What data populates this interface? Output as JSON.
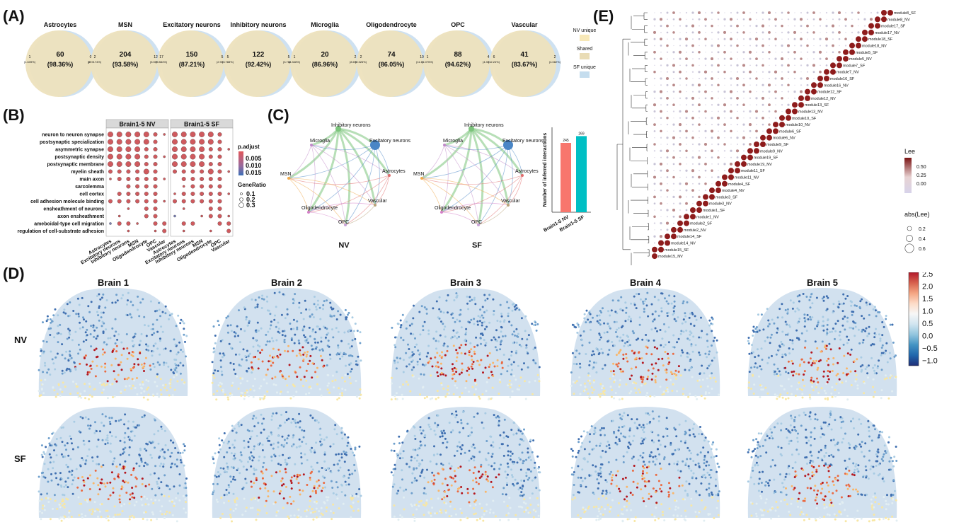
{
  "panels": {
    "A": "(A)",
    "B": "(B)",
    "C": "(C)",
    "D": "(D)",
    "E": "(E)"
  },
  "venn": [
    {
      "name": "Astrocytes",
      "left": "1",
      "left_pct": "(1.639%)",
      "shared": "60",
      "shared_pct": "(98.36%)",
      "right": "0",
      "right_pct": "(0%)"
    },
    {
      "name": "MSN",
      "left": "2",
      "left_pct": "(0.9174%)",
      "shared": "204",
      "shared_pct": "(93.58%)",
      "right": "12",
      "right_pct": "(5.505%)"
    },
    {
      "name": "Excitatory neurons",
      "left": "17",
      "left_pct": "(9.884%)",
      "shared": "150",
      "shared_pct": "(87.21%)",
      "right": "5",
      "right_pct": "(2.907%)"
    },
    {
      "name": "Inhibitory neurons",
      "left": "5",
      "left_pct": "(3.788%)",
      "shared": "122",
      "shared_pct": "(92.42%)",
      "right": "5",
      "right_pct": "(3.788%)"
    },
    {
      "name": "Microglia",
      "left": "1",
      "left_pct": "(4.348%)",
      "shared": "20",
      "shared_pct": "(86.96%)",
      "right": "2",
      "right_pct": "(8.696%)"
    },
    {
      "name": "Oligodendrocyte",
      "left": "2",
      "left_pct": "(2.326%)",
      "shared": "74",
      "shared_pct": "(86.05%)",
      "right": "10",
      "right_pct": "(11.63%)"
    },
    {
      "name": "OPC",
      "left": "1",
      "left_pct": "(1.075%)",
      "shared": "88",
      "shared_pct": "(94.62%)",
      "right": "4",
      "right_pct": "(4.301%)"
    },
    {
      "name": "Vascular",
      "left": "6",
      "left_pct": "(12.24%)",
      "shared": "41",
      "shared_pct": "(83.67%)",
      "right": "2",
      "right_pct": "(4.082%)"
    }
  ],
  "venn_legend": [
    "NV unique",
    "Shared",
    "SF unique"
  ],
  "dotplot": {
    "facets": [
      "Brain1-5 NV",
      "Brain1-5 SF"
    ],
    "terms": [
      "neuron to neuron synapse",
      "postsynaptic specialization",
      "asymmetric synapse",
      "postsynaptic density",
      "postsynaptic membrane",
      "myelin sheath",
      "main axon",
      "sarcolemma",
      "cell cortex",
      "cell adhesion molecule binding",
      "ensheathment of neurons",
      "axon ensheathment",
      "ameboidal-type cell migration",
      "regulation of cell-substrate adhesion"
    ],
    "celltypes": [
      "Astrocytes",
      "Excitatory neurons",
      "Inhibitory neurons",
      "MSN",
      "Oligodendrocyte",
      "OPC",
      "Vascular"
    ],
    "padj_title": "p.adjust",
    "padj_ticks": [
      "0.005",
      "0.010",
      "0.015"
    ],
    "gr_title": "GeneRatio",
    "gr_ticks": [
      "0.1",
      "0.2",
      "0.3"
    ]
  },
  "network": {
    "nodes": [
      "Inhibitory neurons",
      "Excitatory neurons",
      "Microglia",
      "Astrocytes",
      "MSN",
      "Oligodendrocyte",
      "Vascular",
      "OPC"
    ],
    "labels": [
      "NV",
      "SF"
    ]
  },
  "interactions": {
    "ylabel": "Number of inferred interactions",
    "categories": [
      "Brain1-5 NV",
      "Brain1-5 SF"
    ],
    "values": [
      245,
      269
    ],
    "colors": [
      "#f8766d",
      "#00bfc4"
    ]
  },
  "spatial": {
    "brains": [
      "Brain 1",
      "Brain 2",
      "Brain 3",
      "Brain 4",
      "Brain 5"
    ],
    "rows": [
      "NV",
      "SF"
    ],
    "colorbar": [
      "2.5",
      "2.0",
      "1.5",
      "1.0",
      "0.5",
      "0.0",
      "−0.5",
      "−1.0"
    ]
  },
  "tree": {
    "modules": [
      "module8_SF",
      "module8_NV",
      "module17_SF",
      "module17_NV",
      "module18_SF",
      "module18_NV",
      "module5_SF",
      "module5_NV",
      "module7_SF",
      "module7_NV",
      "module16_SF",
      "module16_NV",
      "module12_SF",
      "module12_NV",
      "module13_SF",
      "module13_NV",
      "module10_SF",
      "module10_NV",
      "module6_SF",
      "module6_NV",
      "module9_SF",
      "module9_NV",
      "module19_SF",
      "module19_NV",
      "module11_SF",
      "module11_NV",
      "module4_SF",
      "module4_NV",
      "module3_SF",
      "module3_NV",
      "module1_SF",
      "module1_NV",
      "module2_SF",
      "module2_NV",
      "module14_SF",
      "module14_NV",
      "module15_SF",
      "module15_NV"
    ],
    "lee_title": "Lee",
    "lee_ticks": [
      "0.50",
      "0.25",
      "0.00"
    ],
    "abs_title": "abs(Lee)",
    "abs_ticks": [
      "0.2",
      "0.4",
      "0.6"
    ]
  }
}
